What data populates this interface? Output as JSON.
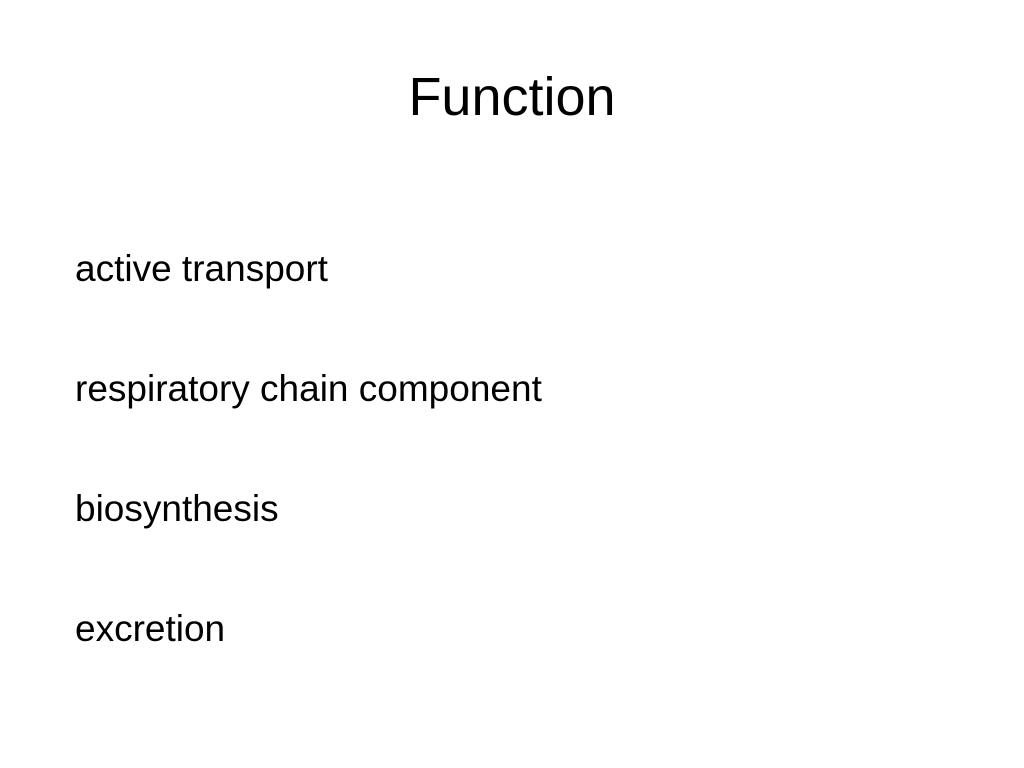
{
  "slide": {
    "title": "Function",
    "items": [
      "active transport",
      "respiratory chain component",
      "biosynthesis",
      "excretion"
    ]
  },
  "colors": {
    "background": "#ffffff",
    "text": "#000000"
  }
}
